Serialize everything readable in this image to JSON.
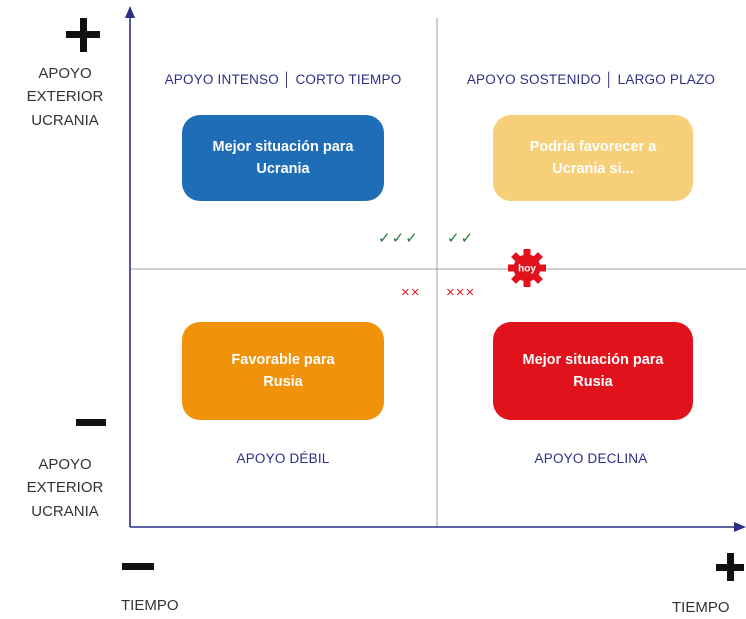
{
  "y_axis": {
    "plus_sign": "+",
    "minus_sign": "—",
    "top_label": [
      "APOYO",
      "EXTERIOR",
      "UCRANIA"
    ],
    "bottom_label": [
      "APOYO",
      "EXTERIOR",
      "UCRANIA"
    ]
  },
  "x_axis": {
    "minus_sign": "—",
    "plus_sign": "+",
    "left_label": "TIEMPO",
    "right_label": "TIEMPO"
  },
  "quadrants": {
    "top_left": {
      "title": "APOYO INTENSO │ CORTO TIEMPO",
      "box_text": [
        "Mejor situación para",
        "Ucrania"
      ],
      "color": "#1f6db6"
    },
    "top_right": {
      "title": "APOYO SOSTENIDO │ LARGO PLAZO",
      "box_text": [
        "Podría favorecer a",
        "Ucrania si..."
      ],
      "color": "#f7cf78"
    },
    "bottom_left": {
      "title": "APOYO DÉBIL",
      "box_text": [
        "Favorable para",
        "Rusia"
      ],
      "color": "#f0920a"
    },
    "bottom_right": {
      "title": "APOYO DECLINA",
      "box_text": [
        "Mejor situación para",
        "Rusia"
      ],
      "color": "#e2121d"
    }
  },
  "marks": {
    "checks_left": "✓✓✓",
    "checks_right": "✓✓",
    "crosses_left": "××",
    "crosses_right": "×××"
  },
  "today_badge": {
    "label": "hoy",
    "color": "#e2121d"
  },
  "colors": {
    "axis": "#2d2f86",
    "divider": "#a0a0a0",
    "title_text": "#2d2f86"
  }
}
